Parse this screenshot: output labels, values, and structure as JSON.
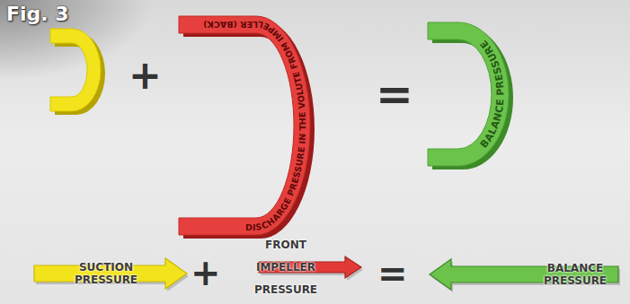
{
  "diagram": {
    "title": "Fig. 3",
    "nodes": [
      {
        "text": [
          "DISCHARGE PRESSURE IN THE VOLUTE FROM IMPELLER (BACK)"
        ]
      },
      {
        "text": [
          "BALANCE PRESSURE"
        ]
      },
      {
        "text": [
          "SUCTION PRESSURE"
        ]
      },
      {
        "text": [
          "FRONT IMPELLER PRESSURE"
        ]
      },
      {
        "text": [
          "BALANCE PRESSURE"
        ]
      }
    ],
    "labels": [
      "+",
      "=",
      "+",
      "="
    ]
  }
}
